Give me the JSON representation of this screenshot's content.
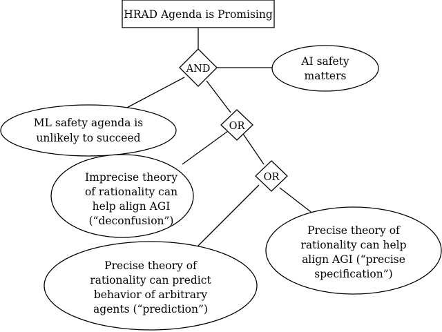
{
  "diagram": {
    "root": {
      "text": "HRAD Agenda is Promising"
    },
    "and_gate": {
      "text": "AND"
    },
    "ai_safety": {
      "line1": "AI safety",
      "line2": "matters"
    },
    "ml_safety": {
      "line1": "ML safety agenda is",
      "line2": "unlikely to succeed"
    },
    "or_gate_1": {
      "text": "OR"
    },
    "imprecise": {
      "line1": "Imprecise theory",
      "line2": "of rationality can",
      "line3": "help align AGI",
      "line4": "(“deconfusion”)"
    },
    "or_gate_2": {
      "text": "OR"
    },
    "precise_spec": {
      "line1": "Precise theory of",
      "line2": "rationality can help",
      "line3": "align AGI (“precise",
      "line4": "specification”)"
    },
    "prediction": {
      "line1": "Precise theory of",
      "line2": "rationality can predict",
      "line3": "behavior of arbitrary",
      "line4": "agents (“prediction”)"
    }
  }
}
